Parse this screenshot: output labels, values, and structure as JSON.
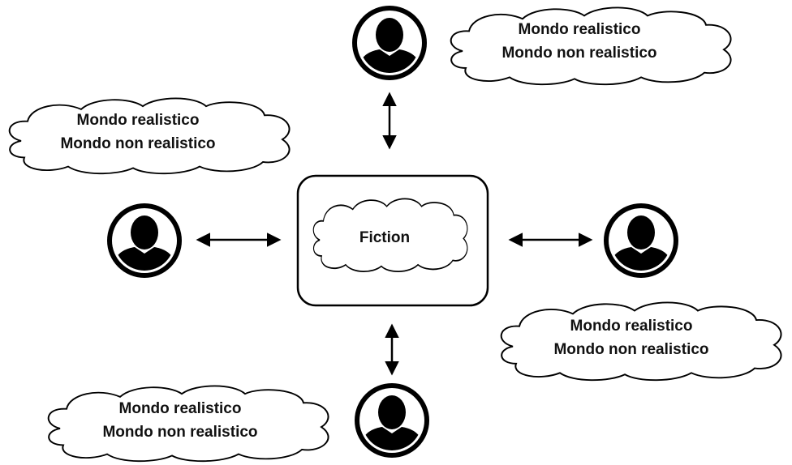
{
  "center": {
    "label": "Fiction"
  },
  "clouds": [
    {
      "id": "top-right",
      "line1": "Mondo realistico",
      "line2": "Mondo non realistico"
    },
    {
      "id": "upper-left",
      "line1": "Mondo realistico",
      "line2": "Mondo non realistico"
    },
    {
      "id": "lower-right",
      "line1": "Mondo realistico",
      "line2": "Mondo non realistico"
    },
    {
      "id": "bottom-left",
      "line1": "Mondo realistico",
      "line2": "Mondo non realistico"
    }
  ],
  "colors": {
    "stroke": "#000000",
    "fill": "#ffffff",
    "avatar": "#000000"
  }
}
